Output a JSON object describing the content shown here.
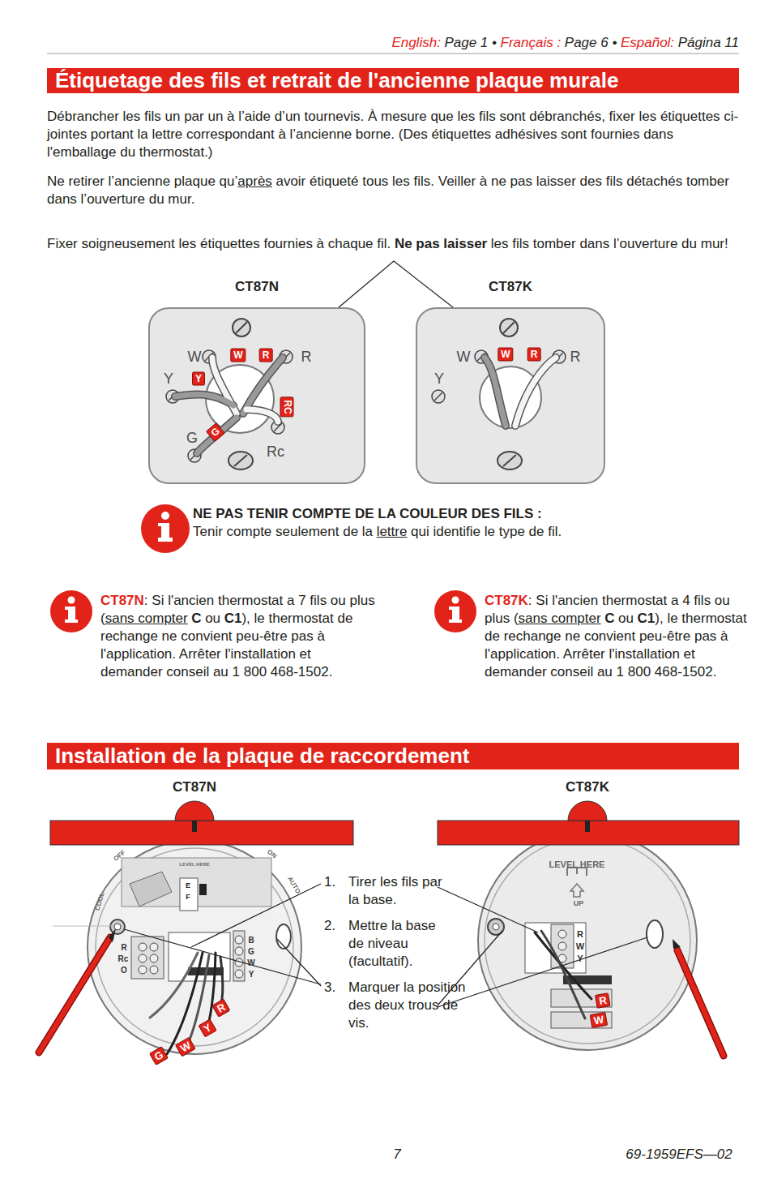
{
  "diagram": {
    "nodes": [
      {
        "text": [
          "Étiquetage des fils et retrait de l'ancienne plaque murale"
        ]
      },
      {
        "text": [
          "CT87N"
        ]
      },
      {
        "text": [
          "CT87K"
        ]
      },
      {
        "text": [
          "Installation de la plaque de raccordement"
        ]
      },
      {
        "text": [
          "CT87N"
        ]
      },
      {
        "text": [
          "CT87K"
        ]
      }
    ],
    "labels": [
      "English:",
      "Page 1 •",
      "Français :",
      "Page 6 •",
      "Español:",
      "Página 11",
      "Débrancher les fils un par un à l’aide d’un tournevis. À mesure que les fils sont débranchés, fixer les étiquettes ci-jointes portant la lettre correspondant à l’ancienne borne. (Des étiquettes adhésives sont fournies dans l'emballage du thermostat.)",
      "Ne retirer l’ancienne plaque qu’",
      "après",
      "avoir étiqueté tous les fils. Veiller à ne pas laisser des fils détachés tomber dans l’ouverture du mur.",
      "Fixer soigneusement les étiquettes fournies à chaque fil.",
      "Ne pas laisser",
      "les fils tomber dans l’ouverture du mur!",
      "W",
      "R",
      "Y",
      "G",
      "Rc",
      "W",
      "R",
      "Y",
      "G",
      "RC",
      "W",
      "R",
      "Y",
      "W",
      "R",
      "NE PAS TENIR COMPTE DE LA COULEUR DES FILS :",
      "Tenir compte seulement de la",
      "lettre",
      "qui identifie le type de fil.",
      "CT87N",
      ": Si l'ancien thermostat a 7 fils ou plus (",
      "sans compter",
      "C",
      "ou",
      "C1",
      "),  le thermostat de rechange ne convient peu-être pas à l'application. Arrêter l'installation et demander conseil au 1 800 468-1502.",
      "CT87K",
      ": Si l'ancien thermostat a 4 fils ou plus (",
      "sans compter",
      "C",
      "ou",
      "C1",
      "),  le thermostat de rechange ne convient peu-être pas à l'application. Arrêter l'installation et demander conseil au 1 800 468-1502.",
      "1.",
      "Tirer les fils par la base.",
      "2.",
      "Mettre la base de niveau (facultatif).",
      "3.",
      "Marquer la position des deux trous de vis.",
      "OFF",
      "COOL",
      "ON",
      "AUTO",
      "LEVEL HERE",
      "E",
      "F",
      "R",
      "Rc",
      "O",
      "B",
      "G",
      "W",
      "Y",
      "R",
      "Y",
      "W",
      "G",
      "LEVEL HERE",
      "UP",
      "R",
      "W",
      "Y",
      "R",
      "W",
      "7",
      "69-1959EFS—02"
    ]
  }
}
